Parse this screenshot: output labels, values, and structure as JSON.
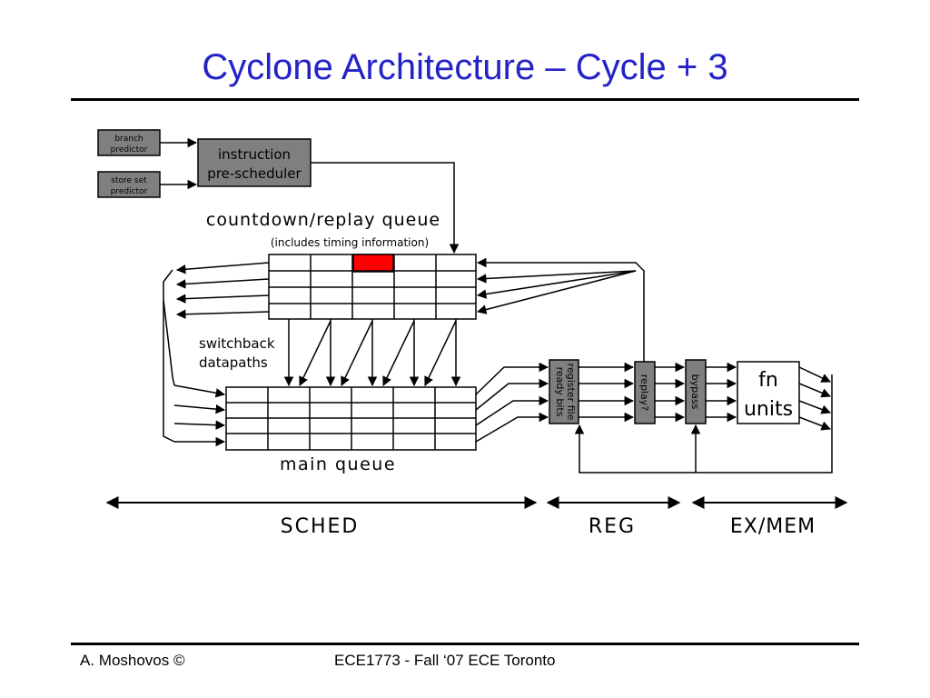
{
  "slide": {
    "title": "Cyclone Architecture – Cycle + 3",
    "footer_left": "A. Moshovos ©",
    "footer_center": "ECE1773 - Fall ‘07 ECE Toronto"
  },
  "diagram": {
    "branch_predictor": [
      "branch",
      "predictor"
    ],
    "store_set_predictor": [
      "store set",
      "predictor"
    ],
    "pre_scheduler": [
      "instruction",
      "pre-scheduler"
    ],
    "countdown_queue_label": "countdown/replay queue",
    "countdown_queue_sublabel": "(includes timing information)",
    "switchback_label": [
      "switchback",
      "datapaths"
    ],
    "main_queue_label": "main queue",
    "register_file": [
      "register file",
      "ready bits"
    ],
    "replay": "replay?",
    "bypass": "bypass",
    "fn_units": [
      "fn",
      "units"
    ],
    "stage_sched": "SCHED",
    "stage_reg": "REG",
    "stage_exmem": "EX/MEM",
    "colors": {
      "title": "#2323c8",
      "block_fill": "#7f7f7f",
      "highlight": "#ff0000"
    }
  }
}
